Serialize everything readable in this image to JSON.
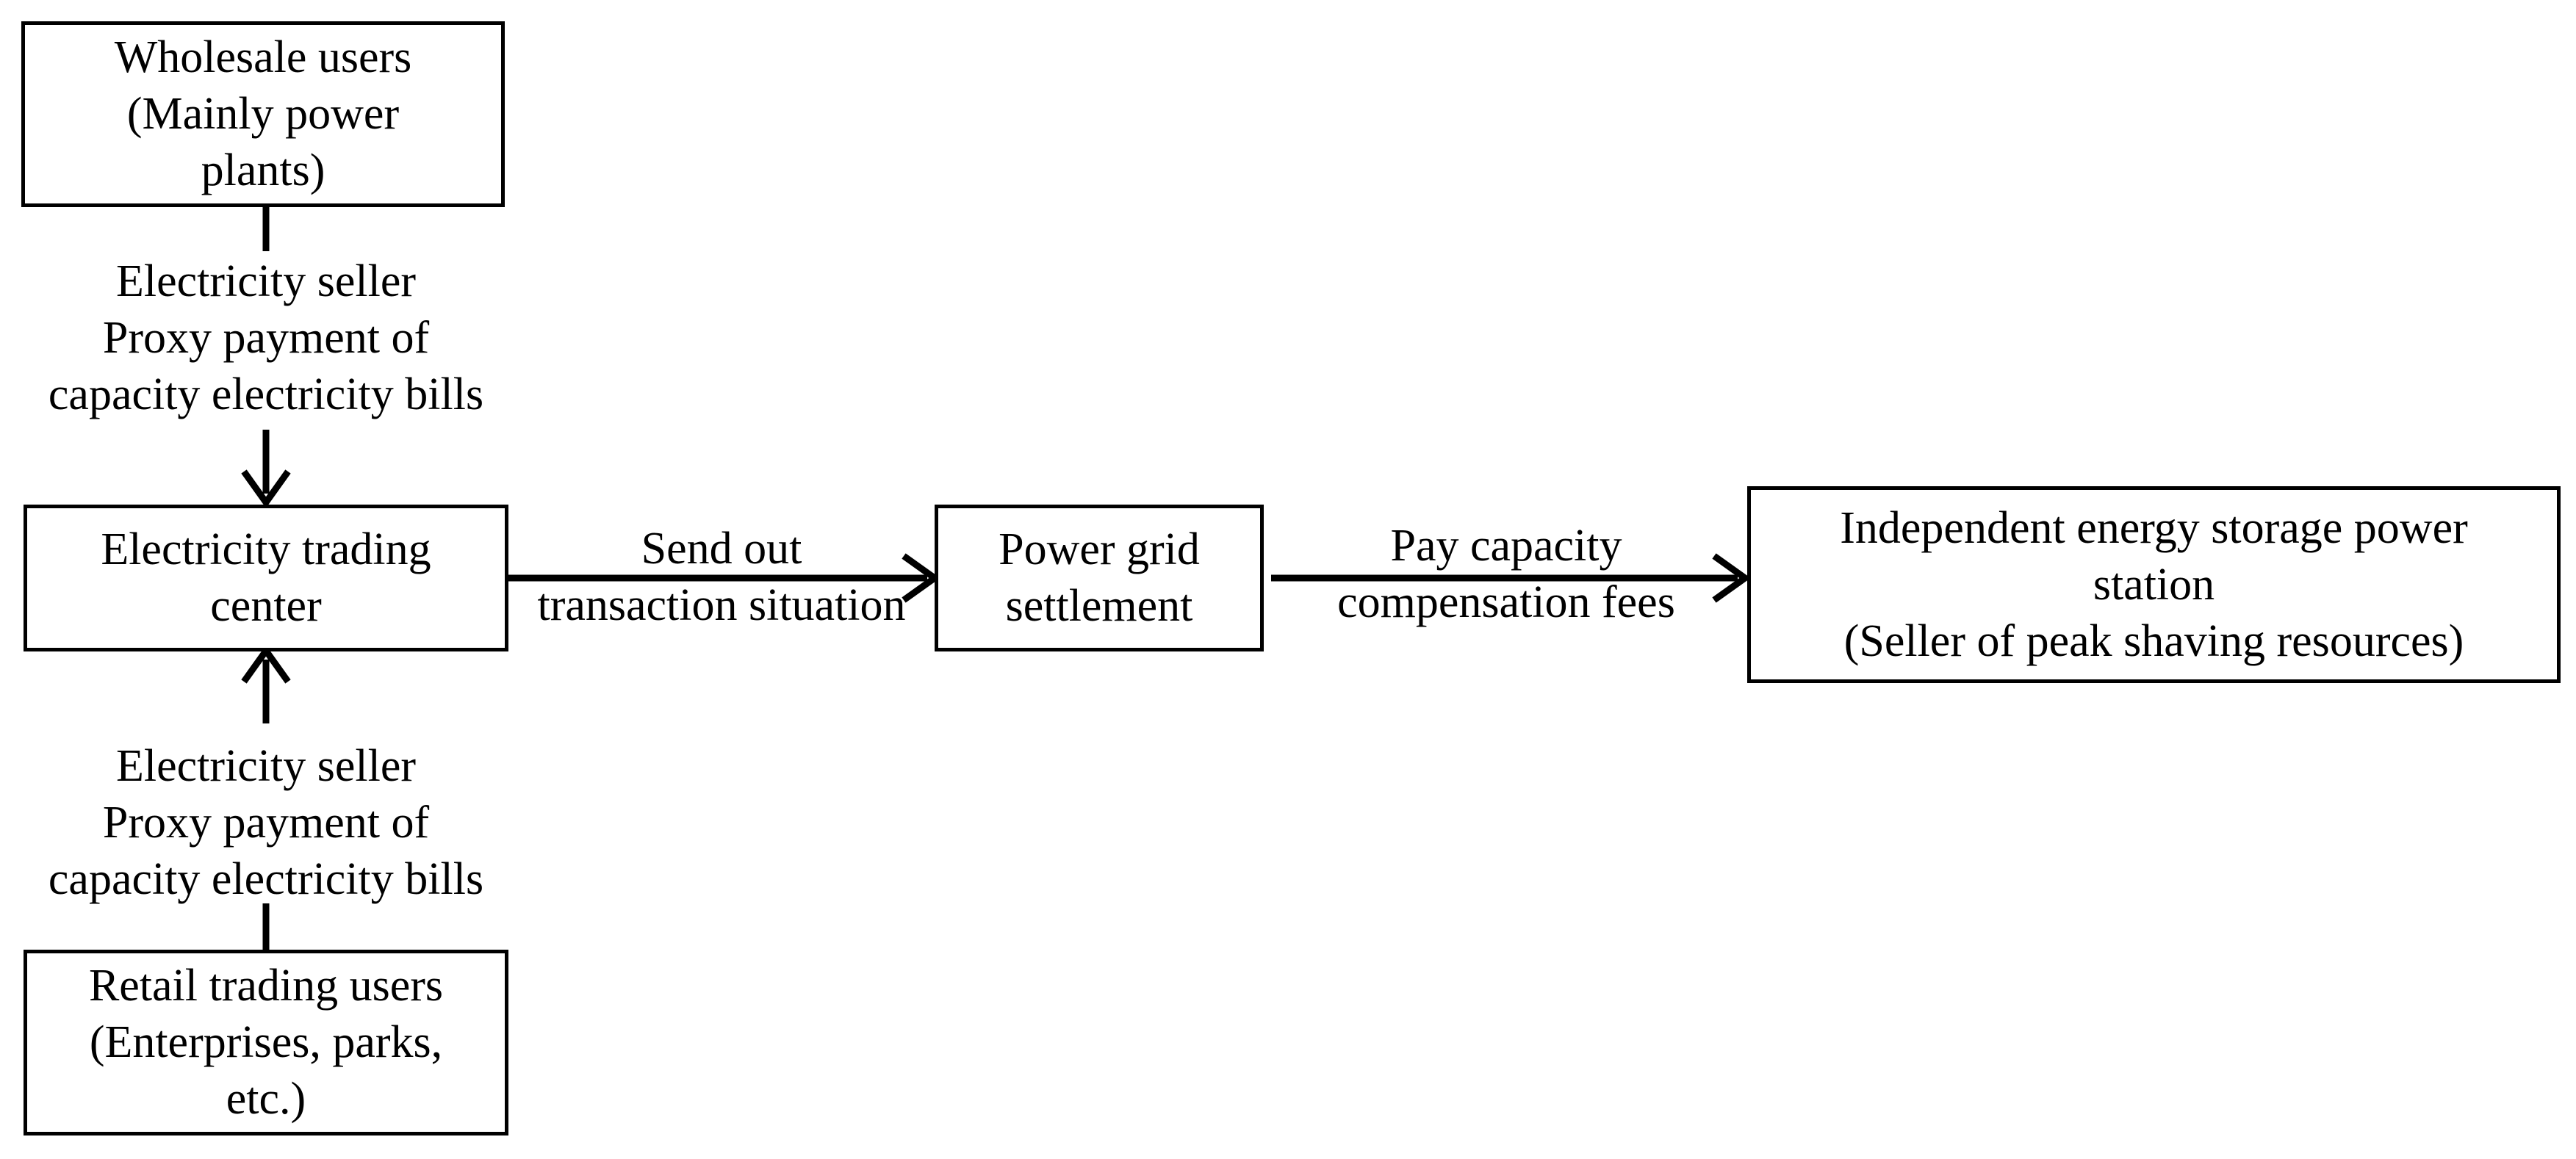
{
  "nodes": {
    "wholesale": {
      "lines": [
        "Wholesale users",
        "(Mainly power",
        "plants)"
      ]
    },
    "trading_center": {
      "lines": [
        "Electricity trading",
        "center"
      ]
    },
    "retail": {
      "lines": [
        "Retail trading users",
        "(Enterprises, parks,",
        "etc.)"
      ]
    },
    "grid": {
      "lines": [
        "Power grid",
        "settlement"
      ]
    },
    "storage": {
      "lines": [
        "Independent energy storage power",
        "station",
        "(Seller of peak shaving resources)"
      ]
    }
  },
  "edges": {
    "wholesale_to_center": {
      "lines": [
        "Electricity seller",
        "Proxy payment of",
        "capacity electricity bills"
      ]
    },
    "retail_to_center": {
      "lines": [
        "Electricity seller",
        "Proxy payment of",
        "capacity electricity bills"
      ]
    },
    "center_to_grid": {
      "lines": [
        "Send out",
        "transaction situation"
      ]
    },
    "grid_to_storage": {
      "lines": [
        "Pay capacity",
        "compensation fees"
      ]
    }
  }
}
